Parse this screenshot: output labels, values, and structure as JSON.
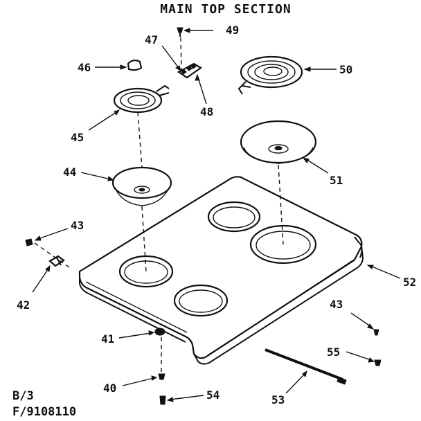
{
  "diagram": {
    "title": "MAIN TOP SECTION",
    "footer": {
      "line1": "B/3",
      "line2": "F/9108110"
    },
    "parts": [
      {
        "id": "p40",
        "number": "40",
        "icon": "screw-icon"
      },
      {
        "id": "p41",
        "number": "41",
        "icon": "nut-icon"
      },
      {
        "id": "p42",
        "number": "42",
        "icon": "clip-icon"
      },
      {
        "id": "p43a",
        "number": "43",
        "icon": "screw-icon"
      },
      {
        "id": "p43b",
        "number": "43",
        "icon": "screw-icon"
      },
      {
        "id": "p44",
        "number": "44",
        "icon": "drip-bowl-icon"
      },
      {
        "id": "p45",
        "number": "45",
        "icon": "surface-element-icon"
      },
      {
        "id": "p46",
        "number": "46",
        "icon": "receptacle-icon"
      },
      {
        "id": "p47",
        "number": "47",
        "icon": "terminal-block-icon"
      },
      {
        "id": "p48",
        "number": "48",
        "icon": "screw-icon"
      },
      {
        "id": "p49",
        "number": "49",
        "icon": "terminal-block-icon"
      },
      {
        "id": "p50",
        "number": "50",
        "icon": "surface-element-icon"
      },
      {
        "id": "p51",
        "number": "51",
        "icon": "drip-bowl-icon"
      },
      {
        "id": "p52",
        "number": "52",
        "icon": "main-top-icon"
      },
      {
        "id": "p53",
        "number": "53",
        "icon": "trim-strip-icon"
      },
      {
        "id": "p54",
        "number": "54",
        "icon": "screw-icon"
      },
      {
        "id": "p55",
        "number": "55",
        "icon": "screw-icon"
      }
    ]
  }
}
